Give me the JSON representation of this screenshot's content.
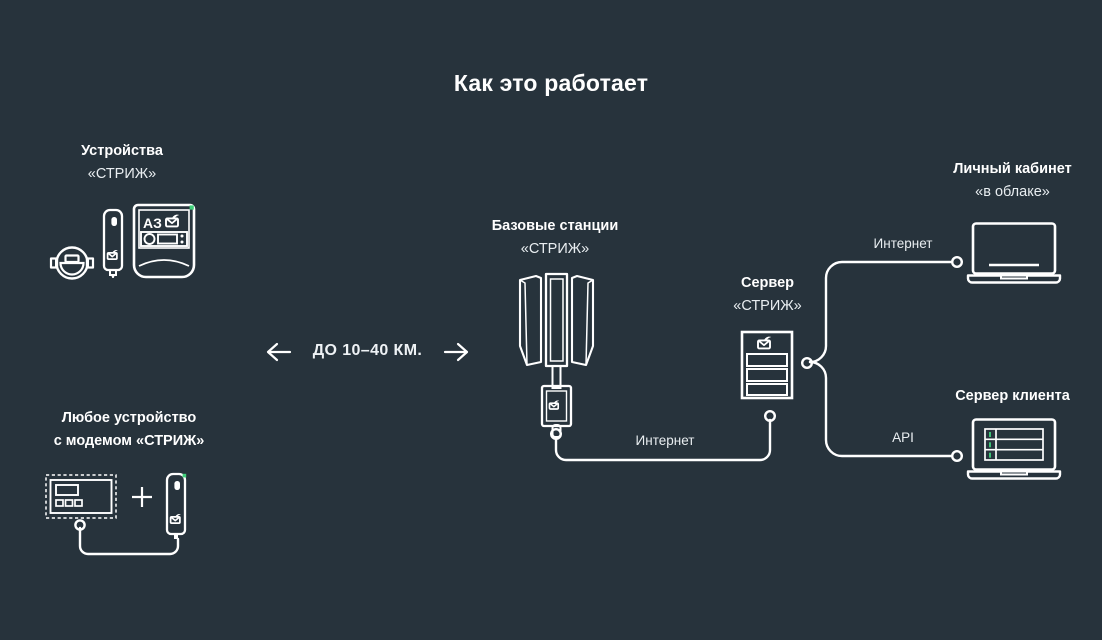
{
  "page": {
    "title": "Как это работает",
    "background_color": "#27333c",
    "line_color": "#ffffff",
    "accent_color": "#3fd07a",
    "text_color": "#ffffff"
  },
  "nodes": {
    "devices": {
      "label_line1": "Устройства",
      "label_line2": "«СТРИЖ»",
      "icons": [
        "water-meter-icon",
        "sensor-modem-icon",
        "gas-station-panel-icon"
      ],
      "panel_text": "АЗ"
    },
    "any_device": {
      "label_line1": "Любое устройство",
      "label_line2": "с модемом «СТРИЖ»",
      "plus_symbol": "+",
      "icons": [
        "generic-device-icon",
        "plus-icon",
        "modem-icon"
      ]
    },
    "base_stations": {
      "label_line1": "Базовые станции",
      "label_line2": "«СТРИЖ»",
      "icon": "base-station-icon"
    },
    "server": {
      "label_line1": "Сервер",
      "label_line2": "«СТРИЖ»",
      "icon": "server-rack-icon"
    },
    "cloud_account": {
      "label_line1": "Личный кабинет",
      "label_line2": "«в облаке»",
      "icon": "laptop-icon"
    },
    "client_server": {
      "label_line1": "Сервер клиента",
      "label_line2": "",
      "icon": "laptop-table-icon"
    }
  },
  "connections": {
    "distance": {
      "text": "ДО 10–40 КМ.",
      "left_arrow": "←",
      "right_arrow": "→"
    },
    "bs_to_server": {
      "label": "Интернет"
    },
    "server_to_cloud": {
      "label": "Интернет"
    },
    "server_to_client": {
      "label": "API"
    }
  }
}
